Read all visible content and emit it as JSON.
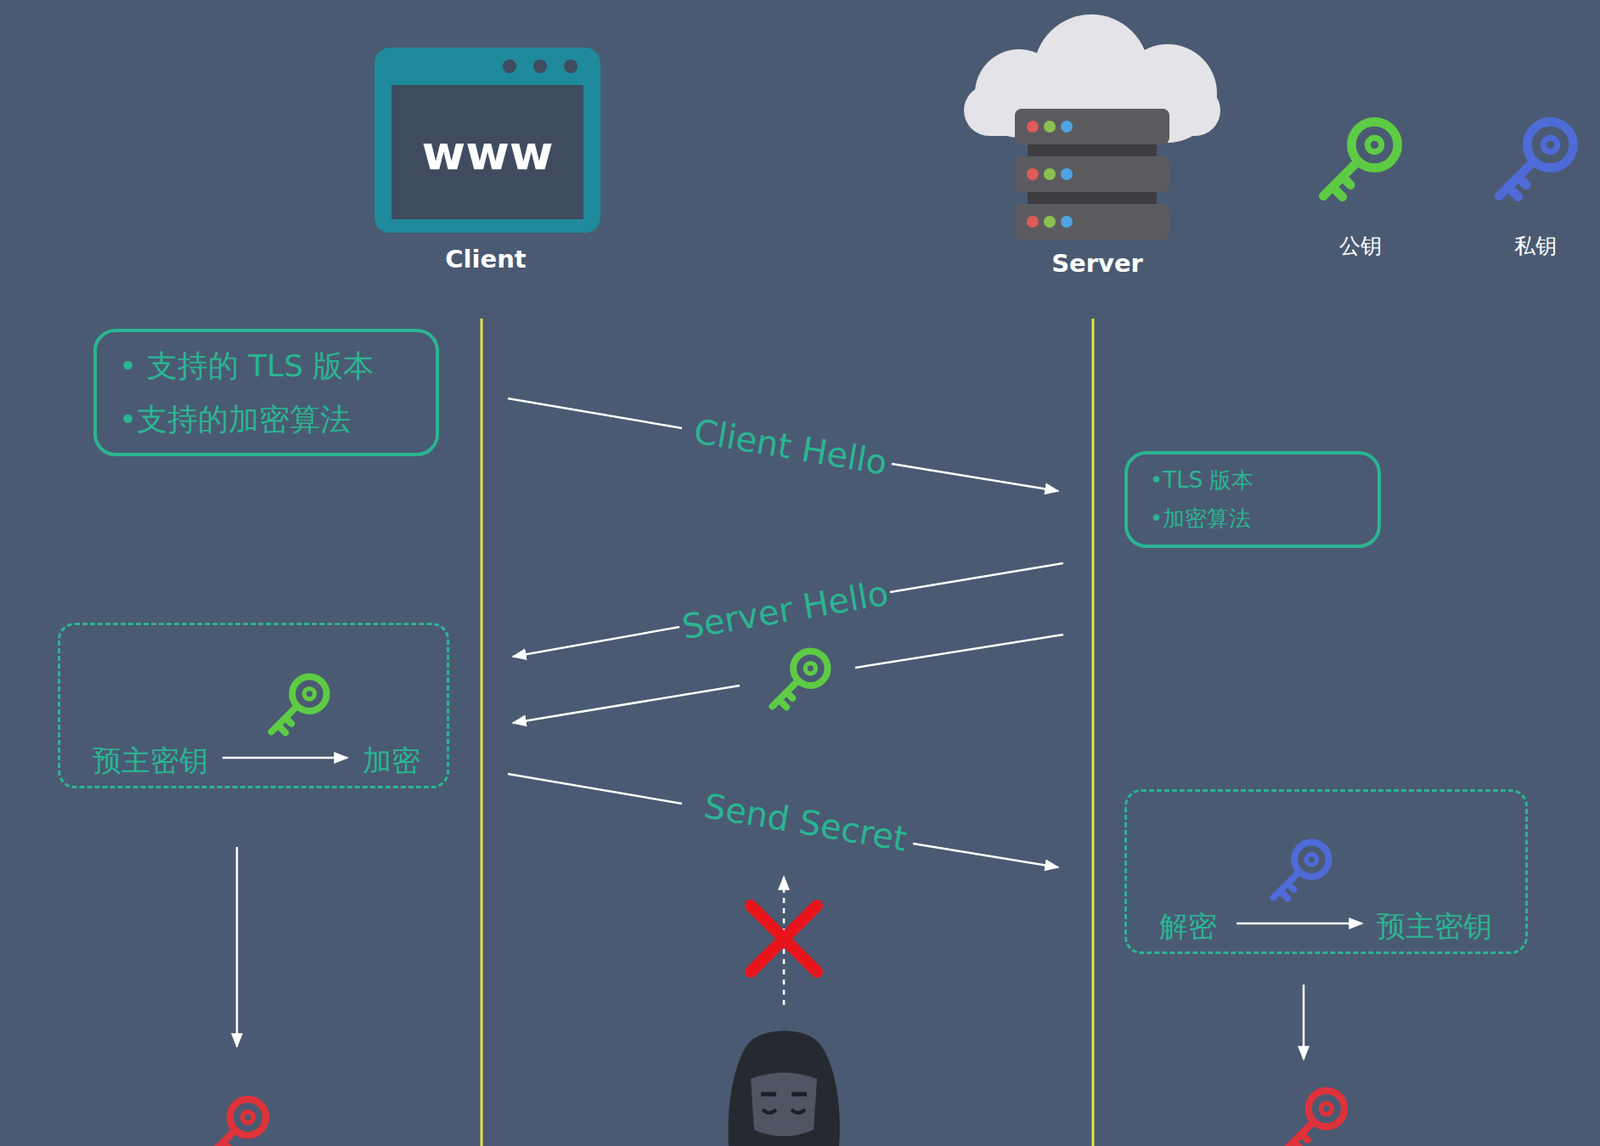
{
  "diagram": {
    "nodes": [
      {
        "text": [
          "• 支持的 TLS 版本",
          "•支持的加密算法"
        ]
      },
      {
        "text": [
          "•TLS 版本",
          "•加密算法"
        ]
      },
      {
        "text": [
          "预主密钥",
          "加密"
        ]
      },
      {
        "text": [
          "解密",
          "预主密钥"
        ]
      }
    ],
    "labels": [
      "www",
      "Client",
      "Server",
      "公钥",
      "私钥",
      "Client Hello",
      "Server Hello",
      "Send Secret"
    ]
  }
}
